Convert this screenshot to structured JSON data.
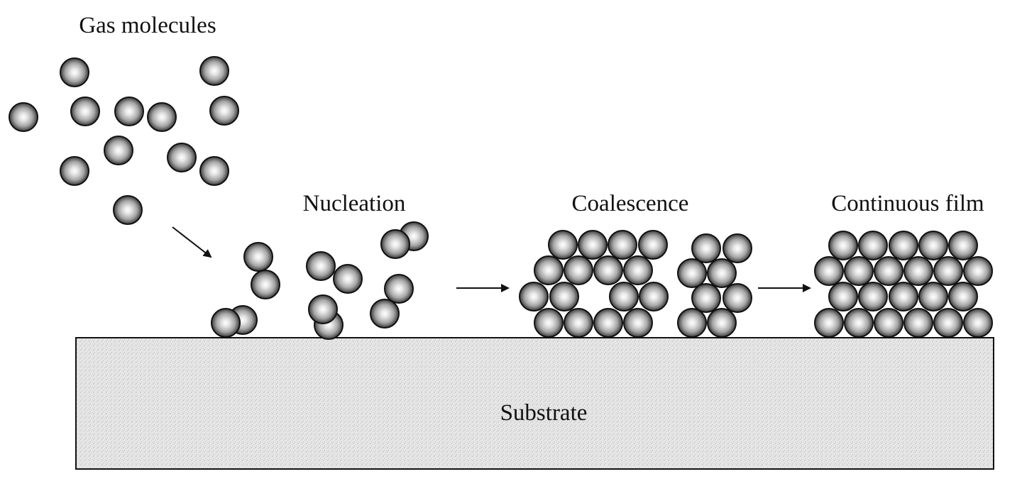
{
  "labels": {
    "gas_molecules": "Gas molecules",
    "nucleation": "Nucleation",
    "coalescence": "Coalescence",
    "continuous_film": "Continuous film",
    "substrate": "Substrate"
  },
  "colors": {
    "sphere_highlight": "#ffffff",
    "sphere_mid": "#b8b8b8",
    "sphere_dark": "#3a3a3a",
    "substrate_fill": "#e4e4e4",
    "outline": "#111111"
  }
}
